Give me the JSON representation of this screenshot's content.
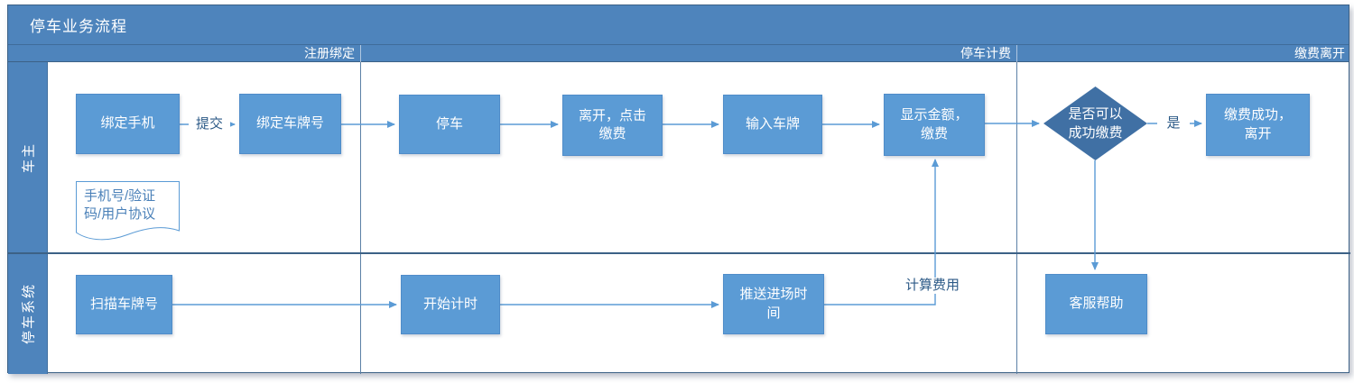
{
  "title": "停车业务流程",
  "phases": [
    {
      "label": "注册绑定"
    },
    {
      "label": "停车计费"
    },
    {
      "label": "缴费离开"
    }
  ],
  "lanes": [
    {
      "label": "车主"
    },
    {
      "label": "停车系统"
    }
  ],
  "nodes": {
    "bind_phone": "绑定手机",
    "bind_plate": "绑定车牌号",
    "park": "停车",
    "leave_click_pay": "离开，点击\n缴费",
    "enter_plate": "输入车牌",
    "show_amount_pay": "显示金额，\n缴费",
    "decision_pay_success": "是否可以\n成功缴费",
    "pay_success_leave": "缴费成功，\n离开",
    "doc_phone_info": "手机号/验证\n码/用户协议",
    "scan_plate": "扫描车牌号",
    "start_timing": "开始计时",
    "push_entry_time": "推送进场时\n间",
    "customer_service": "客服帮助"
  },
  "edge_labels": {
    "submit": "提交",
    "yes": "是",
    "calc_fee": "计算费用"
  },
  "colors": {
    "panel_blue": "#4e84bc",
    "node_blue": "#5b9bd5",
    "node_border": "#4f8cc9",
    "decision_blue": "#4070a4",
    "frame_dark": "#3c6186",
    "connector_blue": "#5b9bd5",
    "edge_label_text": "#2c5a87",
    "doc_border": "#5b9bd5",
    "doc_text": "#4a80b8",
    "lane_text": "#ffffff"
  }
}
